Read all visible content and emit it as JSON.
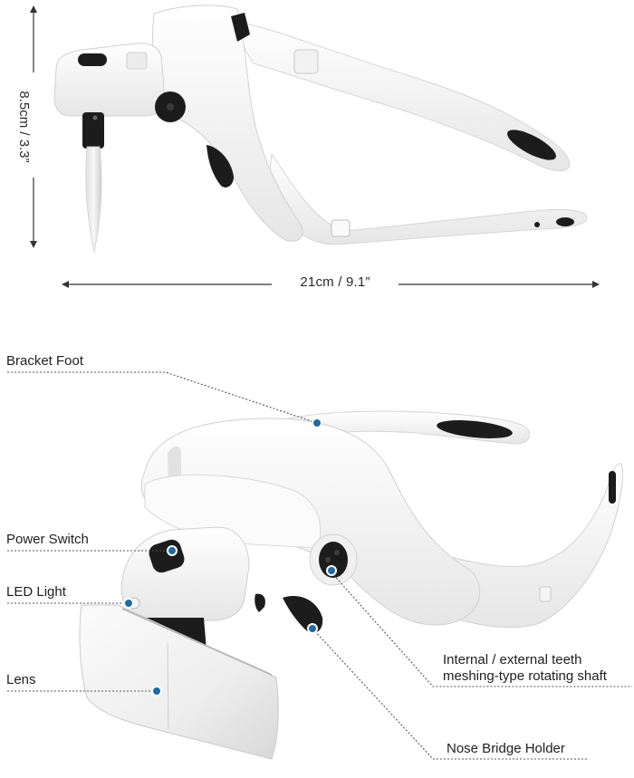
{
  "product": "LED head-mounted magnifier glasses",
  "dimensions": {
    "width_label": "21cm / 9.1”",
    "height_label": "8.5cm / 3.3”"
  },
  "callouts": {
    "bracket_foot": "Bracket Foot",
    "power_switch": "Power Switch",
    "led_light": "LED Light",
    "lens": "Lens",
    "rotating_shaft_line1": "Internal / external teeth",
    "rotating_shaft_line2": "meshing-type rotating shaft",
    "nose_bridge_holder": "Nose Bridge Holder"
  },
  "colors": {
    "marker": "#1f6aa5",
    "marker_ring": "#ffffff",
    "leader_line": "#555555",
    "frame_white": "#f4f4f4",
    "frame_shadow": "#dcdcdc",
    "rubber_black": "#1c1c1c",
    "dimension_line": "#333333"
  }
}
